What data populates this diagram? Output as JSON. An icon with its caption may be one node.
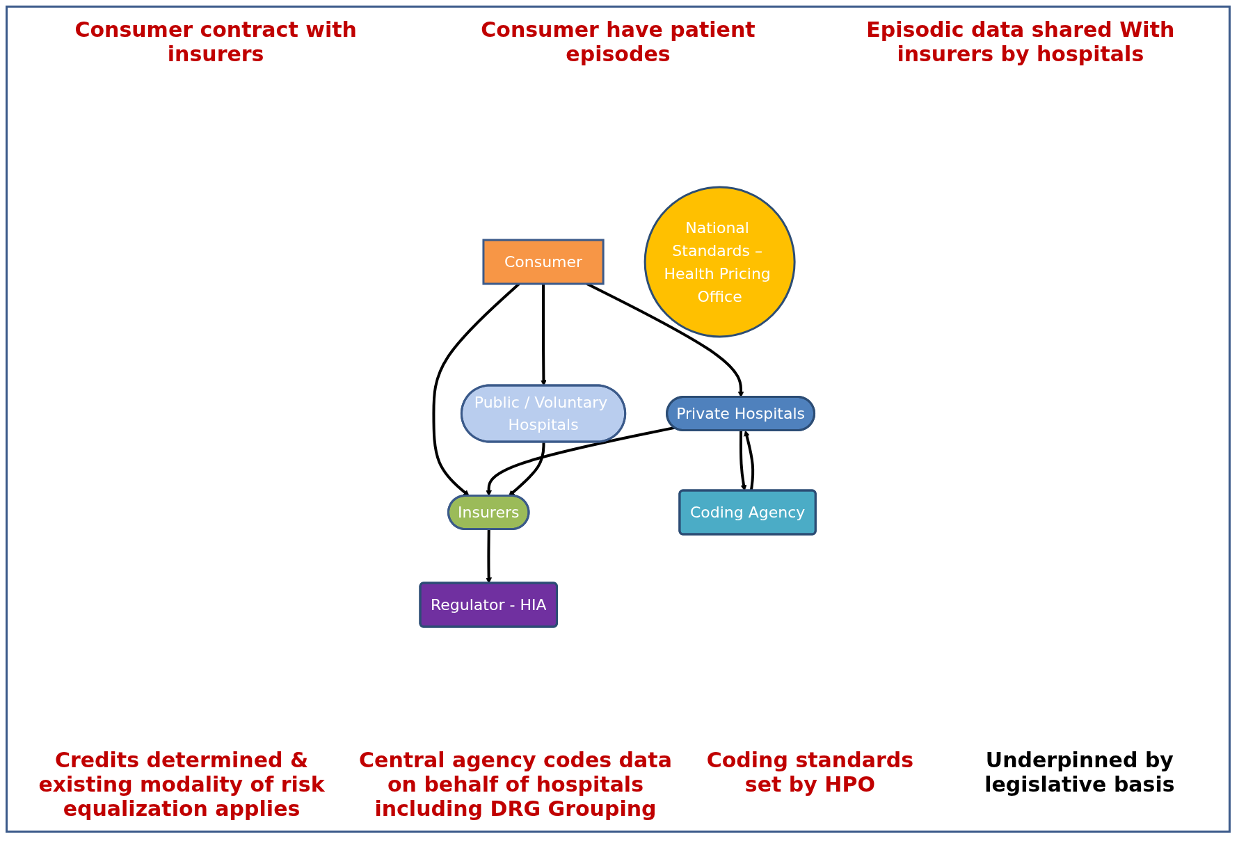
{
  "diagram": {
    "nodes": [
      {
        "text": [
          "Consumer"
        ]
      },
      {
        "text": [
          "Insurers"
        ]
      },
      {
        "text": [
          "Private Hospitals"
        ]
      },
      {
        "text": [
          "Public / Voluntary Hospitals"
        ]
      },
      {
        "text": [
          "Coding Agency"
        ]
      },
      {
        "text": [
          "Regulator - HIA"
        ]
      },
      {
        "text": [
          "National Standards – Health Pricing Office"
        ]
      }
    ],
    "edges": [
      {
        "from": 0,
        "to": 1,
        "arrow": "to"
      },
      {
        "from": 0,
        "to": 2,
        "arrow": "to"
      },
      {
        "from": 0,
        "to": 3,
        "arrow": "to"
      },
      {
        "from": 2,
        "to": 1,
        "arrow": "to"
      },
      {
        "from": 3,
        "to": 1,
        "arrow": "to"
      },
      {
        "from": 1,
        "to": 5,
        "arrow": "to"
      },
      {
        "from": 2,
        "to": 4,
        "arrow": "to"
      },
      {
        "from": 4,
        "to": 2,
        "arrow": "to"
      }
    ],
    "labels": [
      "Consumer contract with insurers",
      "Consumer have patient episodes",
      "Episodic data shared With insurers by hospitals",
      "Credits determined & existing modality of risk equalization applies",
      "Central agency codes data on behalf of hospitals including DRG Grouping",
      "Coding standards set by HPO",
      "Underpinned by legislative basis"
    ]
  }
}
